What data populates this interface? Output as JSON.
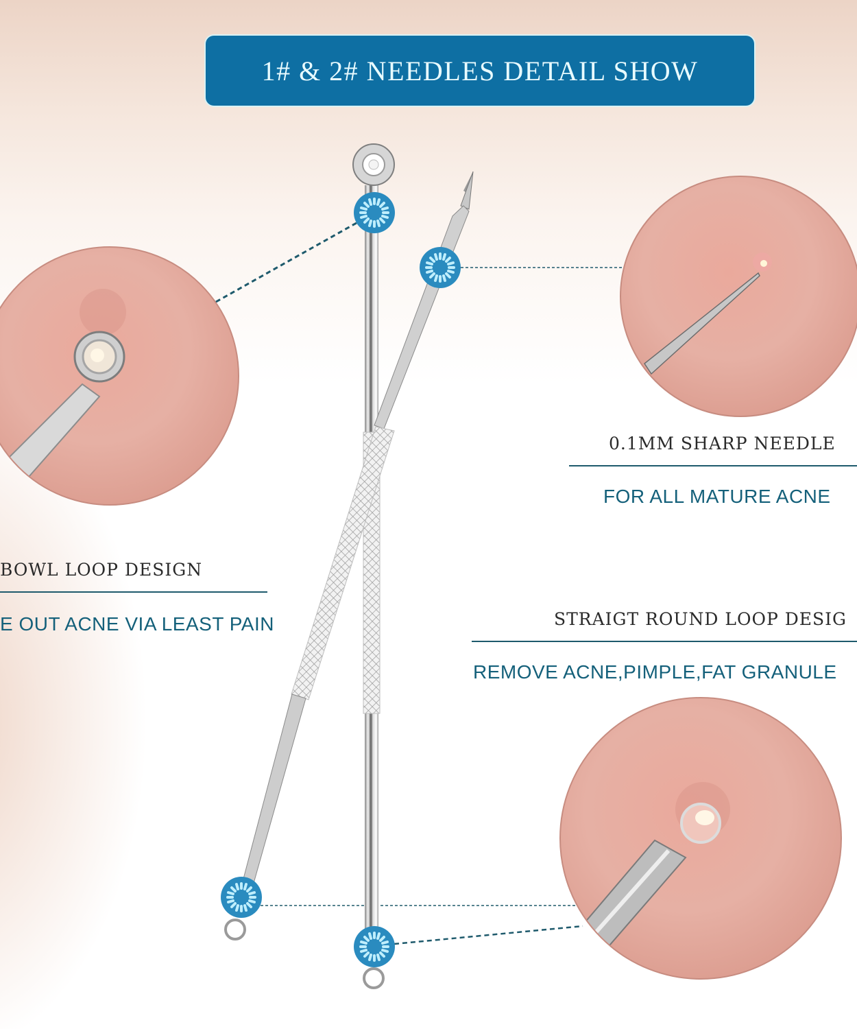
{
  "banner": {
    "title": "1# & 2# NEEDLES DETAIL SHOW",
    "color": "#0e6fa3"
  },
  "callouts": [
    {
      "id": "bowl-loop",
      "title": "BOWL LOOP DESIGN",
      "subtitle": "E OUT ACNE VIA LEAST PAIN",
      "image": "skin closeup with bowl loop extractor"
    },
    {
      "id": "sharp-needle",
      "title": "0.1MM SHARP NEEDLE",
      "subtitle": "FOR ALL MATURE ACNE",
      "image": "skin closeup with sharp needle tip"
    },
    {
      "id": "round-loop",
      "title": "STRAIGT ROUND LOOP DESIG",
      "subtitle": "REMOVE ACNE,PIMPLE,FAT GRANULE",
      "image": "skin closeup with round wire loop"
    }
  ],
  "colors": {
    "accent_blue": "#0e6fa3",
    "marker_blue": "#2a8bbf",
    "subtitle_teal": "#14607a",
    "rule": "#1e5a6c",
    "skin": "#e8aa9c"
  }
}
